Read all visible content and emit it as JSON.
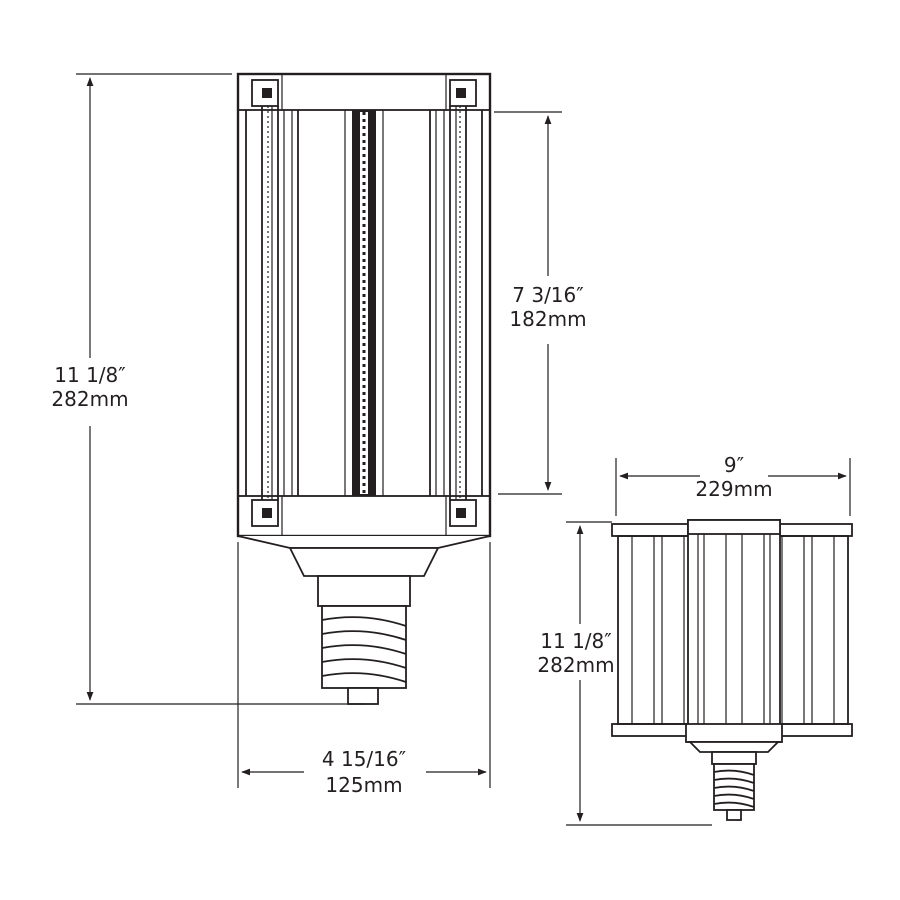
{
  "front_view": {
    "height_in": "11 1/8″",
    "height_mm": "282mm",
    "led_length_in": "7 3/16″",
    "led_length_mm": "182mm",
    "width_in": "4 15/16″",
    "width_mm": "125mm"
  },
  "side_view": {
    "width_in": "9″",
    "width_mm": "229mm",
    "height_in": "11 1/8″",
    "height_mm": "282mm"
  },
  "colors": {
    "line": "#231f20",
    "background": "#ffffff"
  }
}
